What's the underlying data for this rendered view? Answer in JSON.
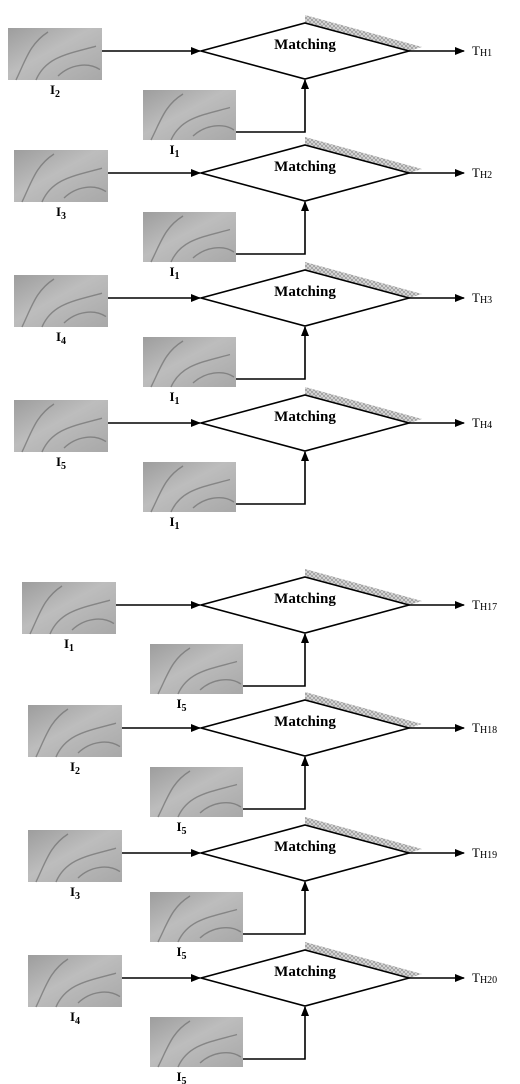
{
  "blocks": [
    {
      "top_image": "I",
      "top_sub": "2",
      "bottom_image": "I",
      "bottom_sub": "1",
      "box_label": "Matching",
      "output": "T",
      "output_sub": "H1"
    },
    {
      "top_image": "I",
      "top_sub": "3",
      "bottom_image": "I",
      "bottom_sub": "1",
      "box_label": "Matching",
      "output": "T",
      "output_sub": "H2"
    },
    {
      "top_image": "I",
      "top_sub": "4",
      "bottom_image": "I",
      "bottom_sub": "1",
      "box_label": "Matching",
      "output": "T",
      "output_sub": "H3"
    },
    {
      "top_image": "I",
      "top_sub": "5",
      "bottom_image": "I",
      "bottom_sub": "1",
      "box_label": "Matching",
      "output": "T",
      "output_sub": "H4"
    },
    {
      "top_image": "I",
      "top_sub": "1",
      "bottom_image": "I",
      "bottom_sub": "5",
      "box_label": "Matching",
      "output": "T",
      "output_sub": "H17"
    },
    {
      "top_image": "I",
      "top_sub": "2",
      "bottom_image": "I",
      "bottom_sub": "5",
      "box_label": "Matching",
      "output": "T",
      "output_sub": "H18"
    },
    {
      "top_image": "I",
      "top_sub": "3",
      "bottom_image": "I",
      "bottom_sub": "5",
      "box_label": "Matching",
      "output": "T",
      "output_sub": "H19"
    },
    {
      "top_image": "I",
      "top_sub": "4",
      "bottom_image": "I",
      "bottom_sub": "5",
      "box_label": "Matching",
      "output": "T",
      "output_sub": "H20"
    }
  ]
}
